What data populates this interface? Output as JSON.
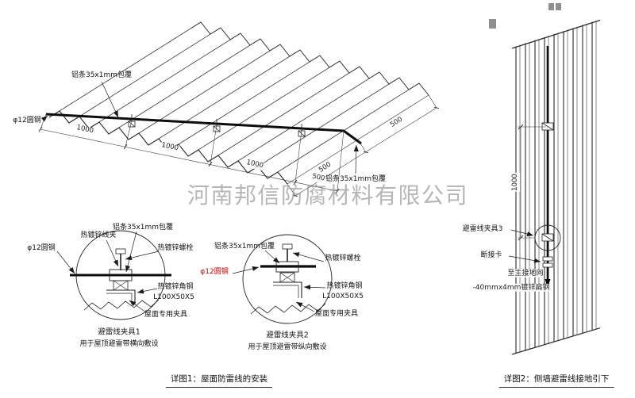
{
  "watermark": "河南邦信防腐材料有限公司",
  "colors": {
    "line": "#2b2b2b",
    "highlight": "#cc0000",
    "watermark": "#878787"
  },
  "roof": {
    "label_alu_top": "铝条35x1mm包覆",
    "label_alu_right": "铝条35x1mm包覆",
    "label_round_steel": "φ12圆钢",
    "dims_bottom": [
      "1000",
      "1000",
      "1000",
      "500"
    ],
    "dims_right": [
      "500",
      "500"
    ]
  },
  "detail1": {
    "clip": "热镀锌线夹",
    "alu": "铝条35x1mm包覆",
    "bolt": "热镀锌螺栓",
    "round_steel": "φ12圆钢",
    "angle_steel": "热镀锌角钢",
    "angle_spec": "L100X50X5",
    "fixture": "屋面专用夹具",
    "title": "避雷线夹具1",
    "subtitle": "用于屋顶避雷带横向敷设"
  },
  "detail2": {
    "alu": "铝条35x1mm包覆",
    "bolt": "热镀锌螺栓",
    "round_steel": "φ12圆钢",
    "angle_steel": "热镀锌角钢",
    "angle_spec": "L100X50X5",
    "fixture": "屋面专用夹具",
    "title": "避雷线夹具2",
    "subtitle": "用于屋顶避雷带纵向敷设"
  },
  "wall": {
    "clamp": "避雷线夹具3",
    "disconnect": "断接卡",
    "to_ground": "至主接地网",
    "flat_steel": "-40mmx4mm镀锌扁钢",
    "dim": "1000"
  },
  "captions": {
    "detail1": "详图1：屋面防雷线的安装",
    "detail2": "详图2：侧墙避雷线接地引下"
  }
}
